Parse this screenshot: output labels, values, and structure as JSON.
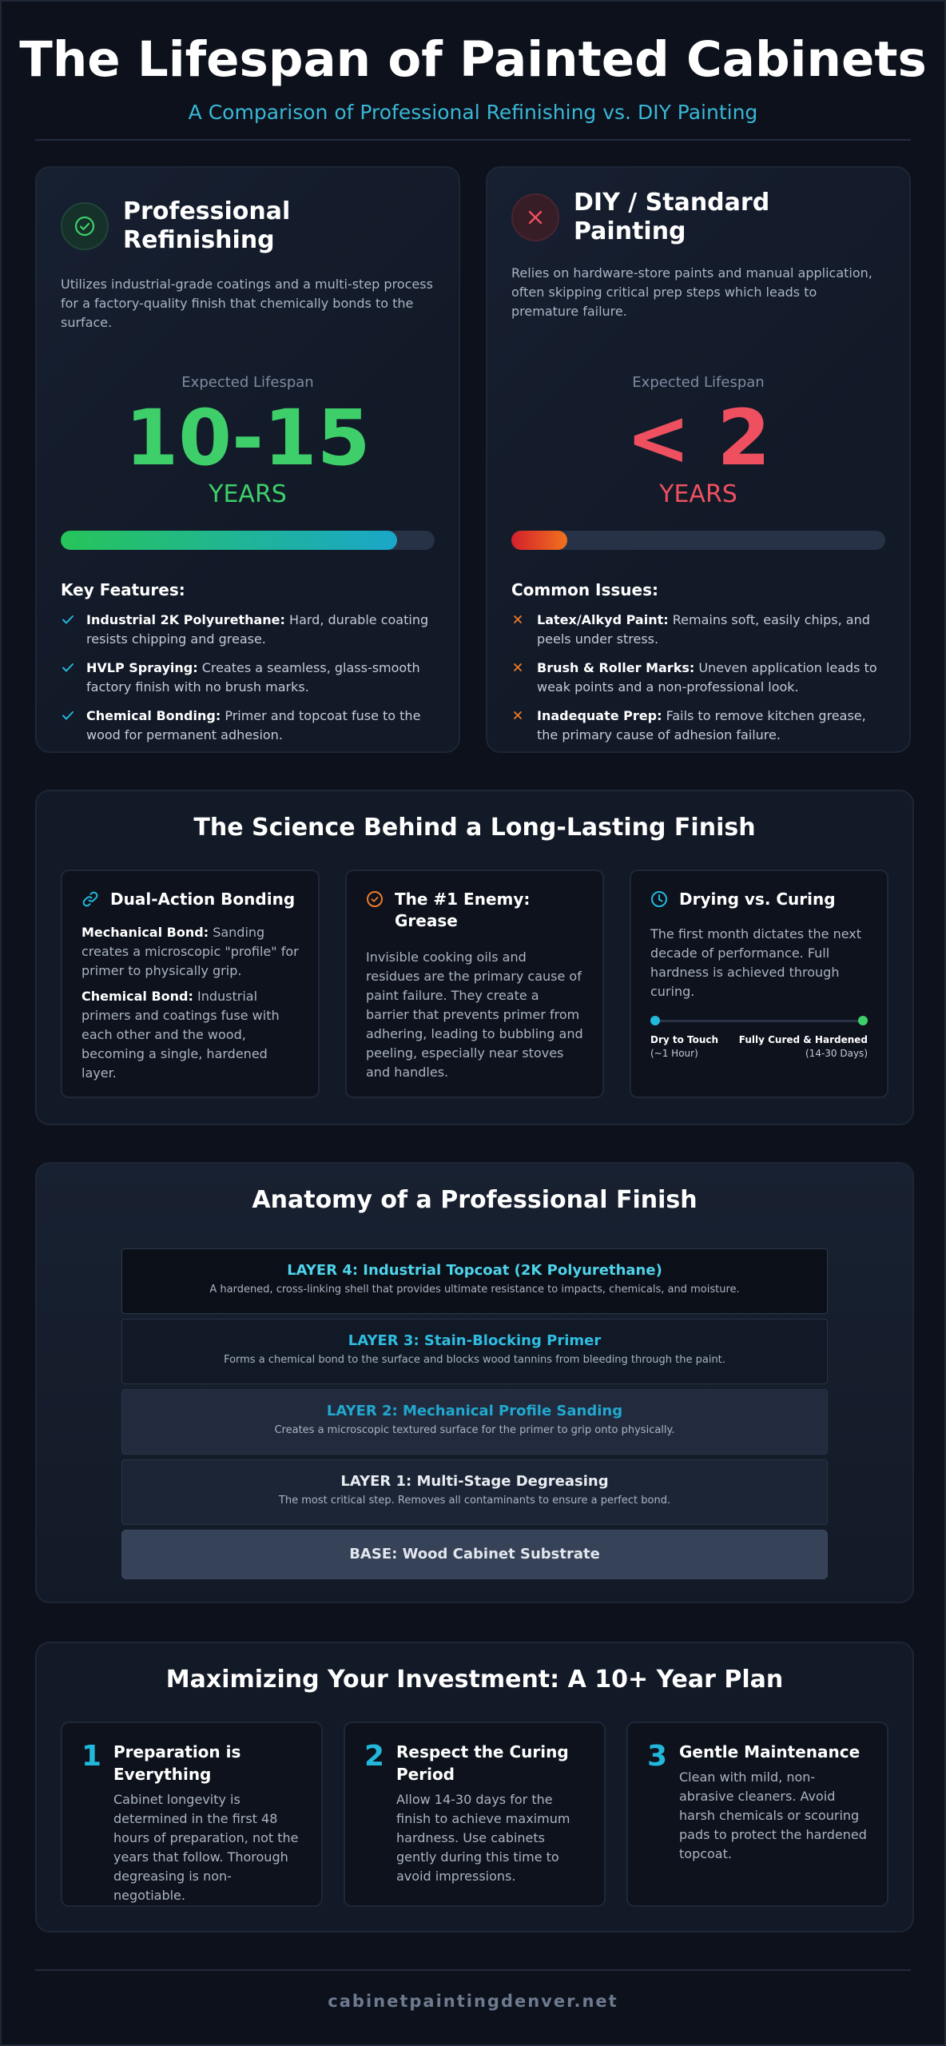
{
  "header": {
    "title": "The Lifespan of Painted Cabinets",
    "subtitle": "A Comparison of Professional Refinishing vs. DIY Painting"
  },
  "colors": {
    "background": "#0c111b",
    "card": "#131a27",
    "accent_cyan": "#22b8dc",
    "good_green": "#3ecf6a",
    "bad_red": "#ef5060",
    "warn_orange": "#f07a2a"
  },
  "professional": {
    "icon": "check-circle-icon",
    "title": "Professional Refinishing",
    "description": "Utilizes industrial-grade coatings and a multi-step process for a factory-quality finish that chemically bonds to the surface.",
    "lifespan_label": "Expected Lifespan",
    "lifespan_value": "10-15",
    "lifespan_unit": "YEARS",
    "bar_fill_percent": 90,
    "features_title": "Key Features:",
    "features": [
      {
        "label": "Industrial 2K Polyurethane:",
        "text": "Hard, durable coating resists chipping and grease."
      },
      {
        "label": "HVLP Spraying:",
        "text": "Creates a seamless, glass-smooth factory finish with no brush marks."
      },
      {
        "label": "Chemical Bonding:",
        "text": "Primer and topcoat fuse to the wood for permanent adhesion."
      }
    ]
  },
  "diy": {
    "icon": "x-circle-icon",
    "title": "DIY / Standard Painting",
    "description": "Relies on hardware-store paints and manual application, often skipping critical prep steps which leads to premature failure.",
    "lifespan_label": "Expected Lifespan",
    "lifespan_value": "< 2",
    "lifespan_unit": "YEARS",
    "bar_fill_percent": 15,
    "issues_title": "Common Issues:",
    "issues": [
      {
        "label": "Latex/Alkyd Paint:",
        "text": "Remains soft, easily chips, and peels under stress."
      },
      {
        "label": "Brush & Roller Marks:",
        "text": "Uneven application leads to weak points and a non-professional look."
      },
      {
        "label": "Inadequate Prep:",
        "text": "Fails to remove kitchen grease, the primary cause of adhesion failure."
      }
    ]
  },
  "science": {
    "title": "The Science Behind a Long-Lasting Finish",
    "bonding": {
      "icon": "link-icon",
      "title": "Dual-Action Bonding",
      "mech_label": "Mechanical Bond:",
      "mech_text": "Sanding creates a microscopic \"profile\" for primer to physically grip.",
      "chem_label": "Chemical Bond:",
      "chem_text": "Industrial primers and coatings fuse with each other and the wood, becoming a single, hardened layer."
    },
    "grease": {
      "icon": "alert-circle-icon",
      "title": "The #1 Enemy: Grease",
      "text": "Invisible cooking oils and residues are the primary cause of paint failure. They create a barrier that prevents primer from adhering, leading to bubbling and peeling, especially near stoves and handles."
    },
    "curing": {
      "icon": "clock-icon",
      "title": "Drying vs. Curing",
      "text": "The first month dictates the next decade of performance. Full hardness is achieved through curing.",
      "start_label": "Dry to Touch",
      "start_sub": "(~1 Hour)",
      "end_label": "Fully Cured & Hardened",
      "end_sub": "(14-30 Days)"
    }
  },
  "anatomy": {
    "title": "Anatomy of a Professional Finish",
    "layers": [
      {
        "title": "LAYER 4: Industrial Topcoat (2K Polyurethane)",
        "desc": "A hardened, cross-linking shell that provides ultimate resistance to impacts, chemicals, and moisture."
      },
      {
        "title": "LAYER 3: Stain-Blocking Primer",
        "desc": "Forms a chemical bond to the surface and blocks wood tannins from bleeding through the paint."
      },
      {
        "title": "LAYER 2: Mechanical Profile Sanding",
        "desc": "Creates a microscopic textured surface for the primer to grip onto physically."
      },
      {
        "title": "LAYER 1: Multi-Stage Degreasing",
        "desc": "The most critical step. Removes all contaminants to ensure a perfect bond."
      },
      {
        "title": "BASE: Wood Cabinet Substrate",
        "desc": ""
      }
    ]
  },
  "plan": {
    "title": "Maximizing Your Investment: A 10+ Year Plan",
    "steps": [
      {
        "num": "1",
        "title": "Preparation is Everything",
        "text": "Cabinet longevity is determined in the first 48 hours of preparation, not the years that follow. Thorough degreasing is non-negotiable."
      },
      {
        "num": "2",
        "title": "Respect the Curing Period",
        "text": "Allow 14-30 days for the finish to achieve maximum hardness. Use cabinets gently during this time to avoid impressions."
      },
      {
        "num": "3",
        "title": "Gentle Maintenance",
        "text": "Clean with mild, non-abrasive cleaners. Avoid harsh chemicals or scouring pads to protect the hardened topcoat."
      }
    ]
  },
  "footer": {
    "site": "cabinetpaintingdenver.net"
  }
}
